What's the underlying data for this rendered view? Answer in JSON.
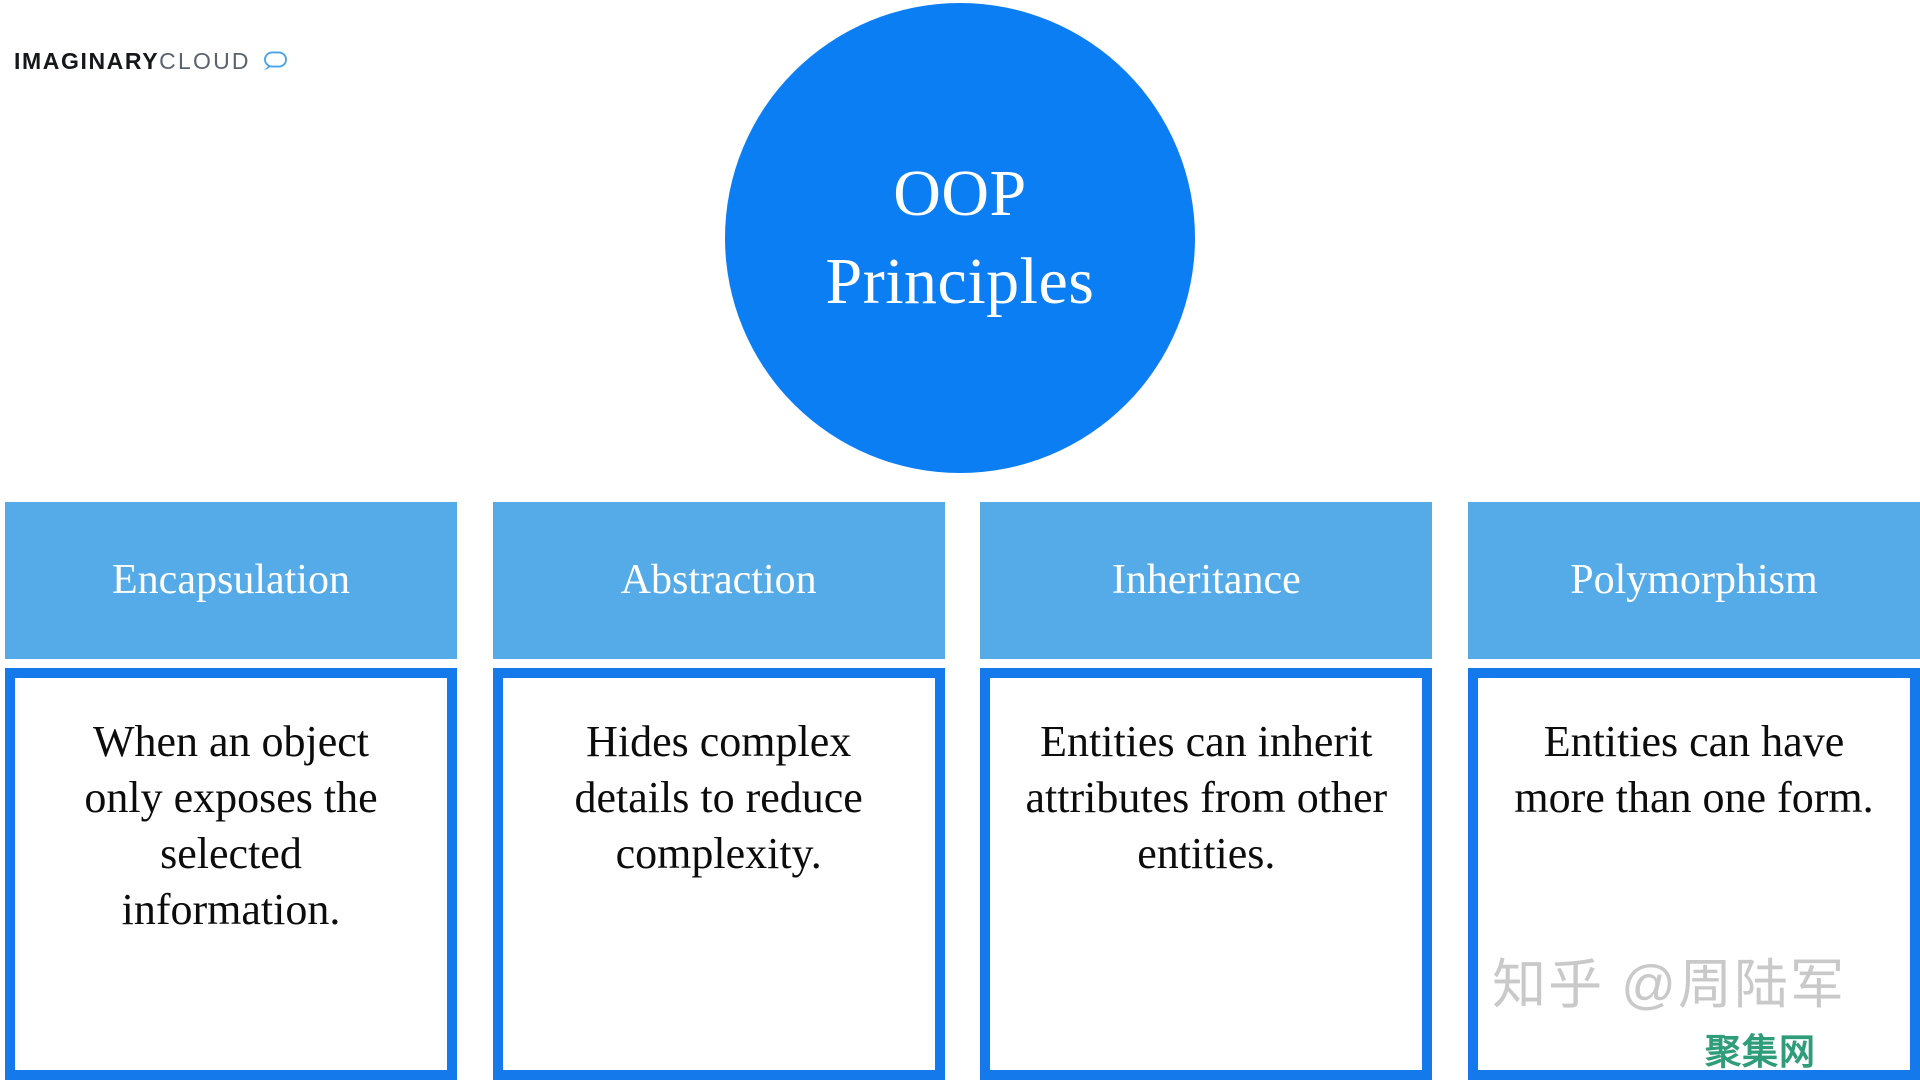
{
  "brand": {
    "name_bold": "IMAGINARY",
    "name_light": "CLOUD",
    "mark_icon": "speech-bubble-icon",
    "mark_color": "#4aa3e8",
    "bold_color": "#15171a",
    "light_color": "#5b646d"
  },
  "center": {
    "title_line1": "OOP",
    "title_line2": "Principles",
    "circle_color": "#0b7ef4",
    "text_color": "#ffffff"
  },
  "colors": {
    "header_blue": "#55aae8",
    "border_blue": "#1479eb",
    "circle_blue": "#0b7ef4",
    "body_text": "#0c0c0c",
    "page_background": "#ffffff"
  },
  "principles": [
    {
      "title": "Encapsulation",
      "description": "When an object only exposes the selected information."
    },
    {
      "title": "Abstraction",
      "description": "Hides complex details to reduce complexity."
    },
    {
      "title": "Inheritance",
      "description": "Entities can inherit attributes from other entities."
    },
    {
      "title": "Polymorphism",
      "description": "Entities can have more than one form."
    }
  ],
  "watermarks": {
    "zhihu": "知乎 @周陆军",
    "zhihu_color": "#c9c9c9",
    "site": "聚集网",
    "site_color": "#2f9c7a"
  }
}
